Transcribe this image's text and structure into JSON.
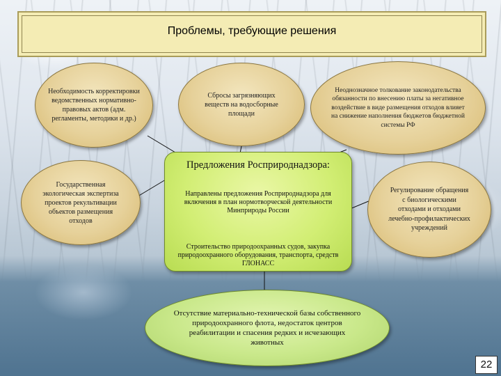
{
  "title": "Проблемы, требующие решения",
  "nodes": {
    "top_left": "Необходимость корректировки ведомственных нормативно-правовых актов (адм. регламенты, методики и др.)",
    "top_center": "Сбросы загрязняющих веществ на водосборные площади",
    "top_right": "Неоднозначное толкование законодательства обязанности по внесению платы за негативное воздействие в виде размещения отходов влияет на снижение наполнения бюджетов бюджетной системы РФ",
    "mid_left": "Государственная экологическая экспертиза проектов рекультивации объектов размещения отходов",
    "mid_right": "Регулирование обращения с биологическими отходами и отходами лечебно-профилактических учреждений",
    "bottom": "Отсутствие материально-технической базы собственного природоохранного флота, недостаток центров реабилитации и спасения редких и исчезающих животных"
  },
  "center": {
    "title": "Предложения Росприроднадзора:",
    "text1": "Направлены предложения Росприроднадзора для включения в план нормотворческой деятельности Минприроды России",
    "text2": "Строительство природоохранных судов, закупка природоохранного оборудования, транспорта, средств ГЛОНАСС"
  },
  "page_number": "22",
  "colors": {
    "oval_fill": "#e6d19a",
    "center_fill": "#d2ee74",
    "bottom_fill": "#c9e88a",
    "title_fill": "#f4ecb4"
  }
}
